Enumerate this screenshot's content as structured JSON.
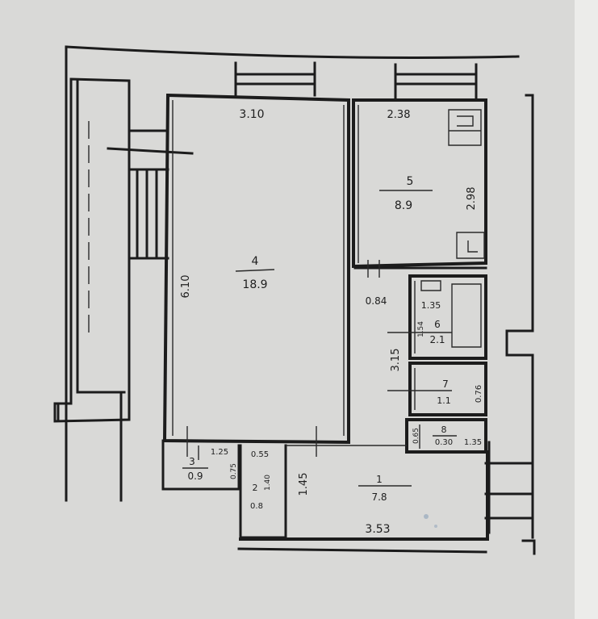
{
  "plan": {
    "rooms": [
      {
        "number": "1",
        "area": "7.8"
      },
      {
        "number": "2",
        "area": "0.8"
      },
      {
        "number": "3",
        "area": "0.9"
      },
      {
        "number": "4",
        "area": "18.9"
      },
      {
        "number": "5",
        "area": "8.9"
      },
      {
        "number": "6",
        "area": "2.1"
      },
      {
        "number": "7",
        "area": "1.1"
      },
      {
        "number": "8",
        "area": "0.30"
      }
    ],
    "dimensions": {
      "room4_width": "3.10",
      "room4_height": "6.10",
      "room5_width": "2.38",
      "room5_height": "2.98",
      "corridor_width": "0.84",
      "room6_width": "1.35",
      "room6_height": "1.54",
      "room7_height": "0.76",
      "room67_total": "3.15",
      "room8_left": "0.65",
      "room8_right": "1.35",
      "room3_width": "1.25",
      "room3_height": "0.75",
      "room2_width": "0.55",
      "room2_height": "1.40",
      "hall_height": "1.45",
      "hall_width": "3.53"
    }
  }
}
